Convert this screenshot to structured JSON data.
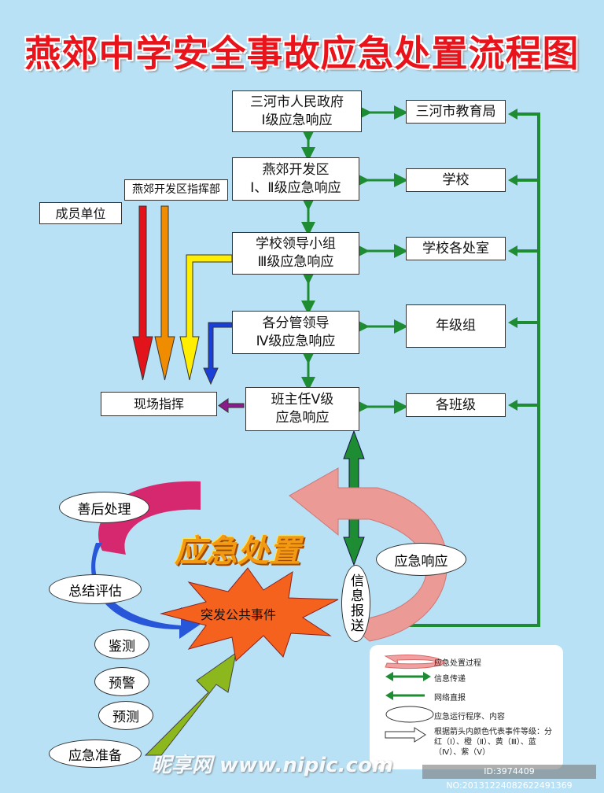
{
  "title": "燕郊中学安全事故应急处置流程图",
  "center": {
    "l1": [
      "三河市人民政府",
      "Ⅰ级应急响应"
    ],
    "l2": [
      "燕郊开发区",
      "Ⅰ、Ⅱ级应急响应"
    ],
    "l3": [
      "学校领导小组",
      "Ⅲ级应急响应"
    ],
    "l4": [
      "各分管领导",
      "Ⅳ级应急响应"
    ],
    "l5": [
      "班主任Ⅴ级",
      "应急响应"
    ]
  },
  "right": [
    "三河市教育局",
    "学校",
    "学校各处室",
    "年级组",
    "各班级"
  ],
  "left": {
    "members": "成员单位",
    "command_hq": "燕郊开发区指挥部",
    "onsite": "现场指挥"
  },
  "cycle": {
    "heading": "应急处置",
    "event": "突发公共事件",
    "aftermath": "善后处理",
    "summary": "总结评估",
    "response": "应急响应",
    "report": "信息报送",
    "monitor": "鉴测",
    "warning": "预警",
    "forecast": "预测",
    "prepare": "应急准备"
  },
  "legend": [
    "应急处置过程",
    "信息传递",
    "网络直报",
    "应急运行程序、内容",
    "根据箭头内颜色代表事件等级：分红（Ⅰ）、橙（Ⅱ）、黄（Ⅲ）、蓝（Ⅳ）、紫（Ⅴ）"
  ],
  "level_colors": {
    "I": "#e3131b",
    "II": "#f08c00",
    "III": "#ffee00",
    "IV": "#1a3fd8",
    "V": "#8b1a8b"
  },
  "info_color": "#1e8c32",
  "watermark": {
    "site": "昵享网 www.nipic.com",
    "id": "ID:3974409 NO:20131224082622491369"
  }
}
